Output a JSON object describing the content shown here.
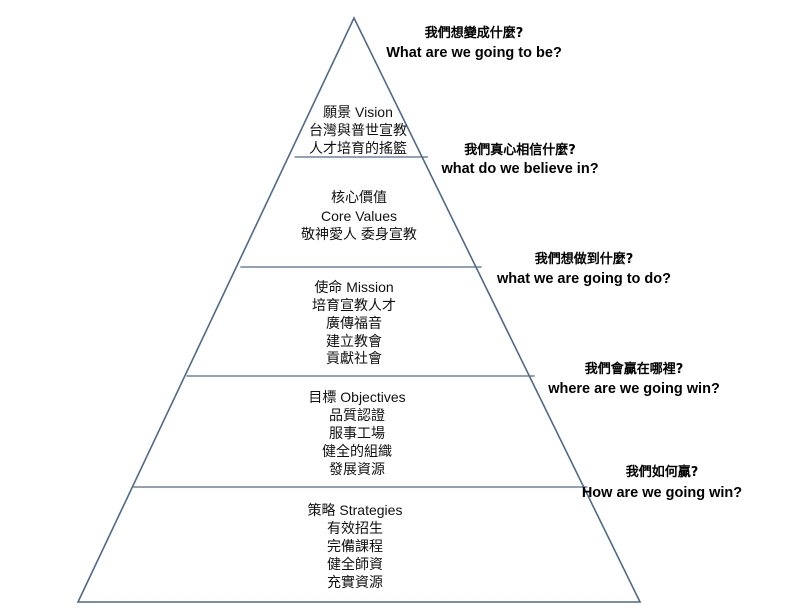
{
  "pyramid": {
    "levels": [
      {
        "lines": [
          "願景 Vision",
          "台灣與普世宣教",
          "人才培育的搖籃"
        ]
      },
      {
        "lines": [
          "核心價值",
          "Core Values",
          "敬神愛人  委身宣教"
        ]
      },
      {
        "lines": [
          "使命 Mission",
          "培育宣教人才",
          "廣傳福音",
          "建立教會",
          "貢獻社會"
        ]
      },
      {
        "lines": [
          "目標 Objectives",
          "品質認證",
          "服事工場",
          "健全的組織",
          "發展資源"
        ]
      },
      {
        "lines": [
          "策略 Strategies",
          "有效招生",
          "完備課程",
          "健全師資",
          "充實資源"
        ]
      }
    ],
    "questions": [
      {
        "cn": "我們想變成什麼?",
        "en": "What are we going to be?"
      },
      {
        "cn": "我們真心相信什麼?",
        "en": "what do we believe in?"
      },
      {
        "cn": "我們想做到什麼?",
        "en": "what we are going to do?"
      },
      {
        "cn": "我們會贏在哪裡?",
        "en": "where are we going win?"
      },
      {
        "cn": "我們如何贏?",
        "en": "How are we going win?"
      }
    ]
  }
}
